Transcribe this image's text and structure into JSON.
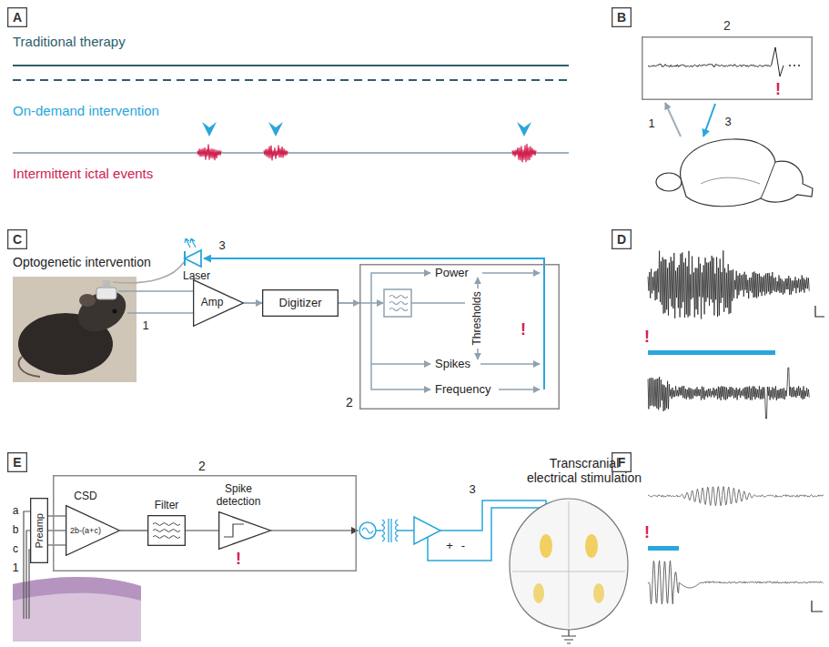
{
  "diagram": {
    "nodes": [
      {
        "text": [
          "A"
        ]
      },
      {
        "text": [
          "B"
        ]
      },
      {
        "text": [
          "2",
          "!"
        ]
      },
      {
        "text": [
          "C"
        ]
      },
      {
        "text": [
          "Amp"
        ]
      },
      {
        "text": [
          "Digitizer"
        ]
      },
      {
        "text": [
          "Power",
          "Thresholds",
          "Spikes",
          "Frequency",
          "!",
          "2"
        ]
      },
      {
        "text": [
          "D"
        ]
      },
      {
        "text": [
          "E"
        ]
      },
      {
        "text": [
          "Preamp"
        ]
      },
      {
        "text": [
          "2"
        ]
      },
      {
        "text": [
          "CSD",
          "2b-(a+c)"
        ],
        "in": 10
      },
      {
        "text": [
          "Filter"
        ],
        "in": 10
      },
      {
        "text": [
          "Spike detection",
          "!"
        ],
        "in": 10
      },
      {
        "text": [
          "F"
        ]
      }
    ],
    "edges": [
      {
        "from": 4,
        "to": 5,
        "arrow": "to"
      },
      {
        "from": 5,
        "to": 6,
        "arrow": "to"
      },
      {
        "from": 9,
        "to": 11,
        "arrow": "none"
      },
      {
        "from": 11,
        "to": 12,
        "arrow": "none"
      },
      {
        "from": 12,
        "to": 13,
        "arrow": "none"
      }
    ],
    "labels": [
      "Traditional therapy",
      "On-demand intervention",
      "Intermittent ictal events",
      "1",
      "3",
      "Optogenetic intervention",
      "3",
      "Laser",
      "1",
      "!",
      "a",
      "b",
      "c",
      "1",
      "Transcranial electrical stimulation",
      "3",
      "+",
      "-",
      "!"
    ]
  }
}
